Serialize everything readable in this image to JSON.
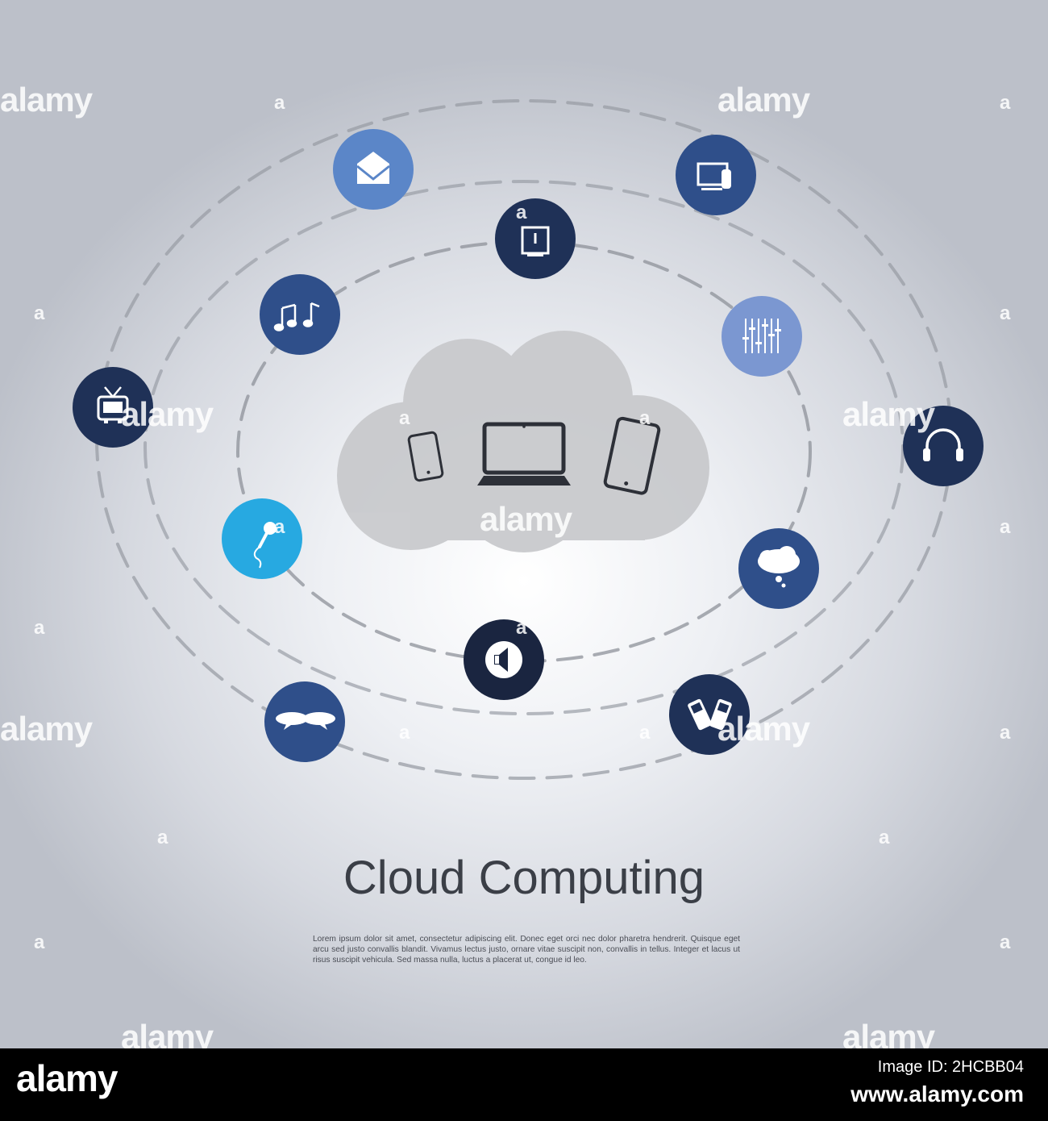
{
  "title": "Cloud Computing",
  "body_text": "Lorem ipsum dolor sit amet, consectetur adipiscing elit. Donec eget orci nec dolor pharetra hendrerit. Quisque eget arcu sed justo convallis blandit. Vivamus lectus justo, ornare vitae suscipit non, convallis in tellus. Integer et lacus ut risus suscipit vehicula. Sed massa nulla, luctus a placerat ut, congue id leo.",
  "watermark": {
    "brand": "alamy",
    "letter": "a"
  },
  "footer": {
    "logo": "alamy",
    "image_id": "Image ID: 2HCBB04",
    "url": "www.alamy.com"
  },
  "icons": [
    {
      "name": "envelope-icon",
      "color": "#5b86c8"
    },
    {
      "name": "monitor-icon",
      "color": "#2f4f8a"
    },
    {
      "name": "clock-icon",
      "color": "#1f3157"
    },
    {
      "name": "music-notes-icon",
      "color": "#2f4f8a"
    },
    {
      "name": "equalizer-icon",
      "color": "#7b97d1"
    },
    {
      "name": "tv-icon",
      "color": "#1f3157"
    },
    {
      "name": "headphones-icon",
      "color": "#1f3157"
    },
    {
      "name": "microphone-icon",
      "color": "#27a9e1"
    },
    {
      "name": "thought-bubble-icon",
      "color": "#2f4f8a"
    },
    {
      "name": "speaker-icon",
      "color": "#1a2540"
    },
    {
      "name": "chat-bubbles-icon",
      "color": "#2f4f8a"
    },
    {
      "name": "mobile-phones-icon",
      "color": "#1f3157"
    }
  ]
}
